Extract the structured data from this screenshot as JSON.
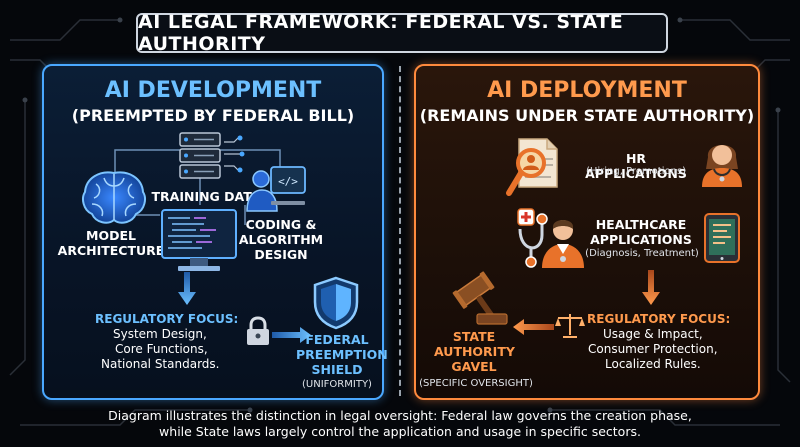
{
  "title": "AI LEGAL FRAMEWORK: FEDERAL VS. STATE AUTHORITY",
  "colors": {
    "federal": "#4aa8ff",
    "state": "#ff8a3d",
    "background": "#05070b"
  },
  "development": {
    "title": "AI DEVELOPMENT",
    "subtitle": "(PREEMPTED BY FEDERAL BILL)",
    "training_data": "TRAINING DATA",
    "model_architecture": [
      "MODEL",
      "ARCHITECTURE"
    ],
    "coding": [
      "CODING &",
      "ALGORITHM",
      "DESIGN"
    ],
    "focus_label": "REGULATORY FOCUS:",
    "focus_items": [
      "System Design,",
      "Core Functions,",
      "National Standards."
    ],
    "shield_label": [
      "FEDERAL",
      "PREEMPTION",
      "SHIELD"
    ],
    "shield_note": "(UNIFORMITY)"
  },
  "deployment": {
    "title": "AI DEPLOYMENT",
    "subtitle": "(REMAINS UNDER STATE AUTHORITY)",
    "hr_label": "HR APPLICATIONS",
    "hr_note": "(Hiring, Promotions)",
    "healthcare_label": [
      "HEALTHCARE",
      "APPLICATIONS"
    ],
    "healthcare_note": "(Diagnosis, Treatment)",
    "gavel_label": [
      "STATE",
      "AUTHORITY",
      "GAVEL"
    ],
    "gavel_note": "(SPECIFIC OVERSIGHT)",
    "focus_label": "REGULATORY FOCUS:",
    "focus_items": [
      "Usage & Impact,",
      "Consumer Protection,",
      "Localized Rules."
    ]
  },
  "footer": [
    "Diagram illustrates the distinction in legal oversight: Federal law governs the creation phase,",
    "while State laws largely control the application and usage in specific sectors."
  ],
  "icons": [
    "server-icon",
    "brain-icon",
    "developer-icon",
    "monitor-icon",
    "lock-icon",
    "shield-icon",
    "document-magnifier-icon",
    "hr-person-icon",
    "stethoscope-icon",
    "doctor-icon",
    "tablet-icon",
    "gavel-icon",
    "scales-icon"
  ]
}
